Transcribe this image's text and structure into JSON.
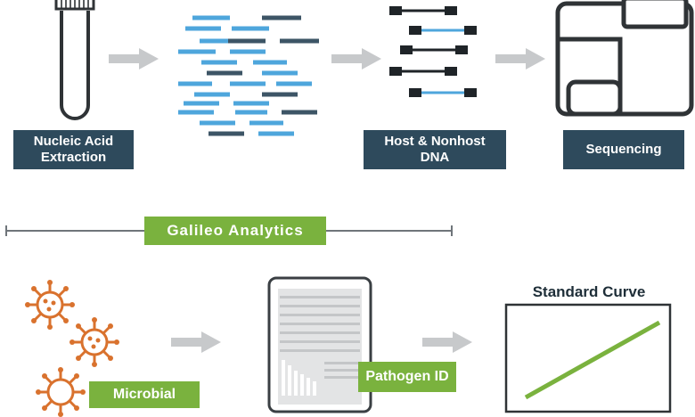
{
  "workflow_top": {
    "steps": [
      {
        "label": "Nucleic Acid\nExtraction",
        "icon": "test-tube-icon"
      },
      {
        "label": "",
        "icon": "dna-fragments-icon"
      },
      {
        "label": "Host & Nonhost\nDNA",
        "icon": "dna-strands-icon"
      },
      {
        "label": "Sequencing",
        "icon": "sequencer-icon"
      }
    ]
  },
  "analytics_banner": {
    "label": "Galileo Analytics"
  },
  "workflow_bottom": {
    "pathogen_label": "Pathogen ID",
    "microbial_label": "Microbial",
    "standard_curve_title": "Standard Curve"
  },
  "colors": {
    "navy": "#2e4a5c",
    "green": "#7ab23e",
    "light_blue": "#4ea6dc",
    "dark_slate": "#3d5566",
    "virus_orange": "#d9722e",
    "arrow_gray": "#c7c9cb",
    "outline": "#2f3336"
  }
}
